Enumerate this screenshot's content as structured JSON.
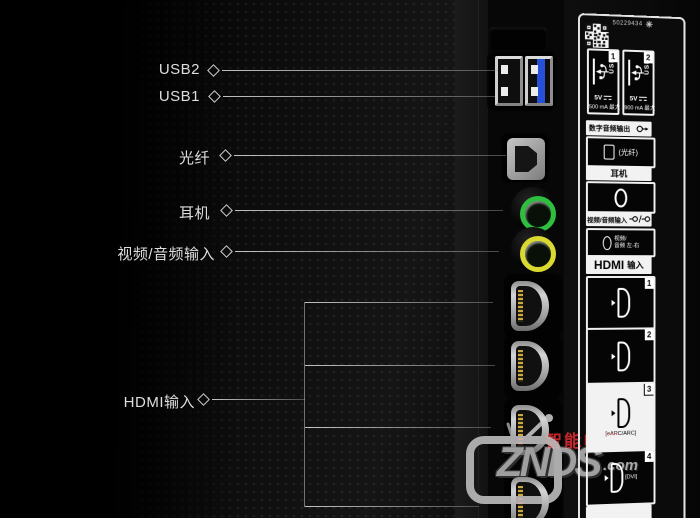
{
  "annotations": {
    "items": [
      {
        "label": "USB2"
      },
      {
        "label": "USB1"
      },
      {
        "label": "光纤"
      },
      {
        "label": "耳机"
      },
      {
        "label": "视频/音频输入"
      },
      {
        "label": "HDMI输入"
      }
    ]
  },
  "panel": {
    "serial": "50229434",
    "usb": {
      "ports": [
        {
          "num": "1",
          "label": "USB",
          "volt": "5V",
          "amp": "500 mA 最大"
        },
        {
          "num": "2",
          "label": "USB",
          "volt": "5V",
          "amp": "900 mA 最大"
        }
      ]
    },
    "sections": {
      "audio_out": {
        "title": "数字音频输出",
        "optical": "(光纤)"
      },
      "headphone": {
        "title": "耳机"
      },
      "av": {
        "title": "视频/音频输入",
        "note1": "视频/",
        "note2": "音频 左-右"
      }
    },
    "hdmi": {
      "logo": "HDMI",
      "title": "输入",
      "ports": [
        {
          "num": "1",
          "note": ""
        },
        {
          "num": "2",
          "note": ""
        },
        {
          "num": "3",
          "note": "[eARC/ARC]"
        },
        {
          "num": "4",
          "note": "[DVI]"
        }
      ]
    }
  },
  "watermark": {
    "cn": "智能电视",
    "brand": "ZNDS",
    "tld": ".com"
  },
  "colors": {
    "headphone_jack": "#2fbf3f",
    "av_jack": "#d9d92f",
    "usb3_tongue": "#2750d8",
    "watermark_red": "#c3272b"
  }
}
